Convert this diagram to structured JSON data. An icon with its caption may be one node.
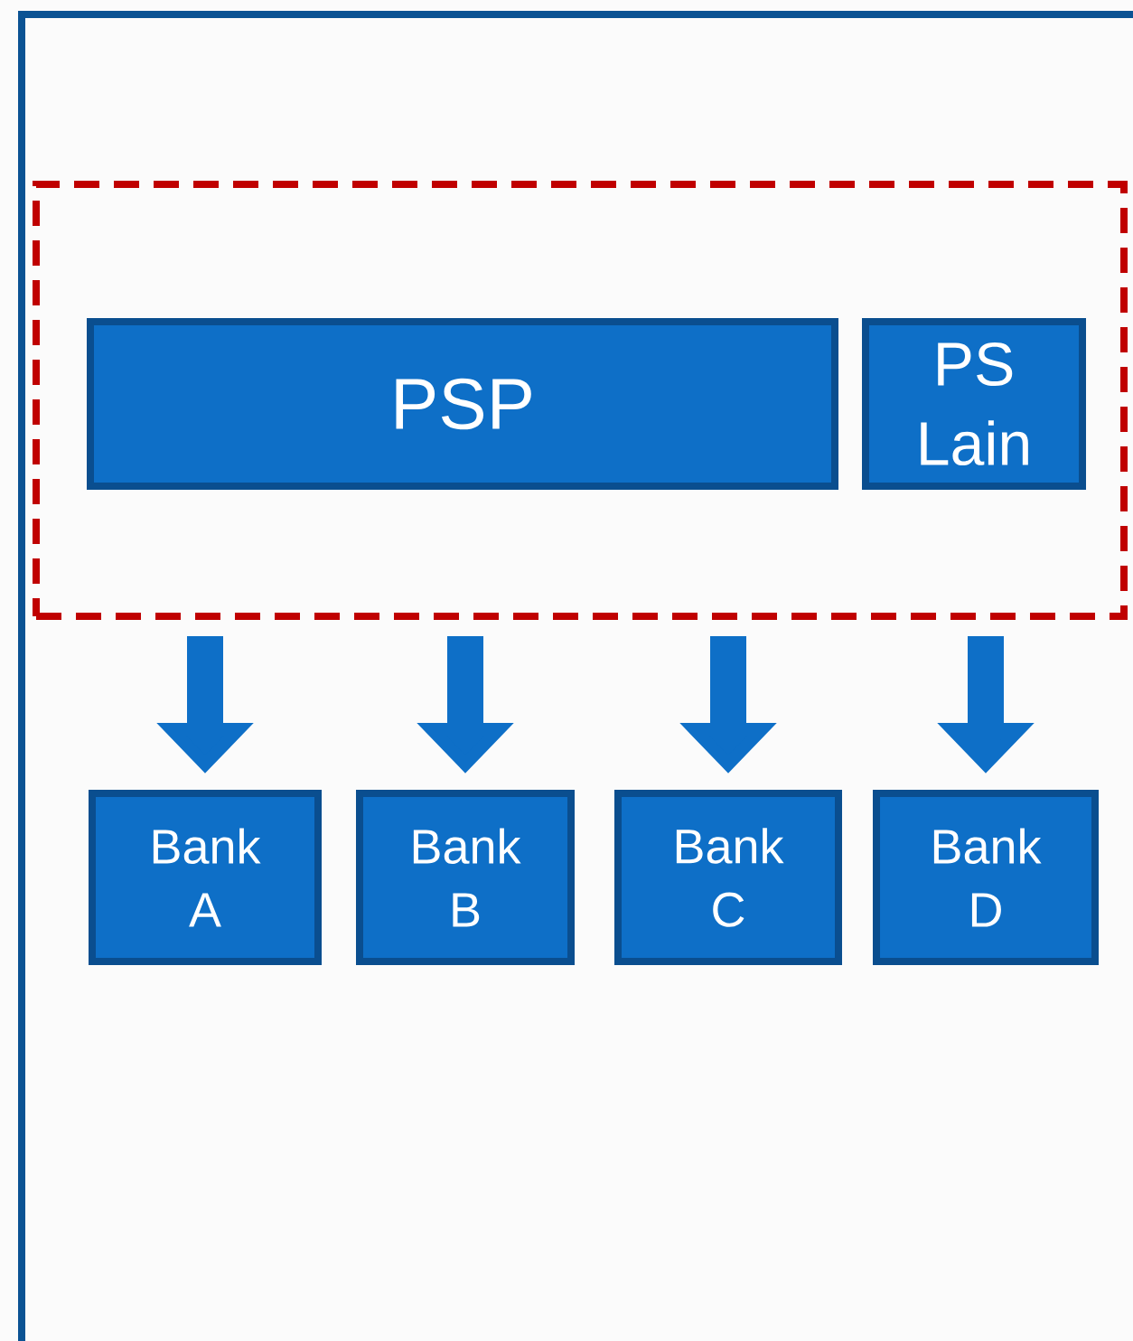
{
  "diagram": {
    "nodes": [
      {
        "text": [],
        "shape": "box"
      },
      {
        "text": [
          "PSP"
        ],
        "in": 0
      },
      {
        "text": [
          "PS Lain"
        ],
        "in": 0
      },
      {
        "text": [
          "Bank A"
        ]
      },
      {
        "text": [
          "Bank B"
        ]
      },
      {
        "text": [
          "Bank C"
        ]
      },
      {
        "text": [
          "Bank D"
        ]
      }
    ],
    "edges": [
      {
        "from": 0,
        "to": 3,
        "arrow": "to"
      },
      {
        "from": 0,
        "to": 4,
        "arrow": "to"
      },
      {
        "from": 0,
        "to": 5,
        "arrow": "to"
      },
      {
        "from": 0,
        "to": 6,
        "arrow": "to"
      }
    ]
  }
}
